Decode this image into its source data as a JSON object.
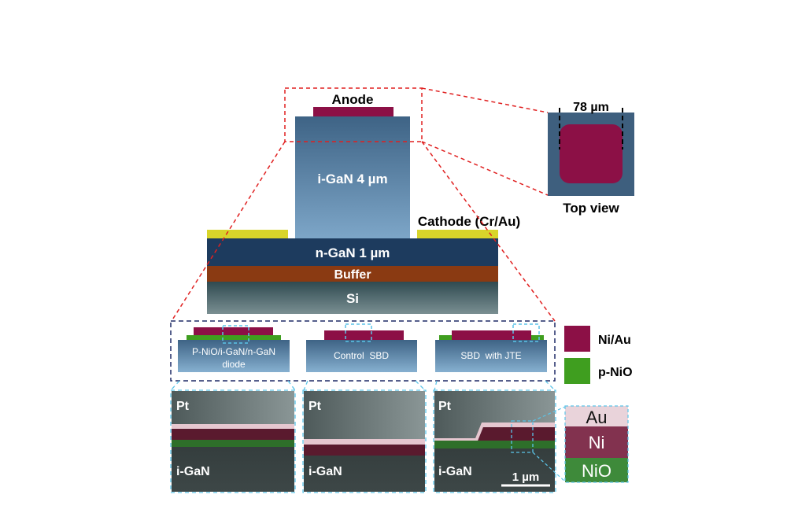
{
  "main": {
    "anode": "Anode",
    "igan": "i-GaN 4 µm",
    "cathode": "Cathode (Cr/Au)",
    "ngan": "n-GaN 1 µm",
    "buffer": "Buffer",
    "si": "Si"
  },
  "top_view": {
    "dimension": "78 µm",
    "caption": "Top view"
  },
  "variants": {
    "diode_line1": "P-NiO/i-GaN/n-GaN",
    "diode_line2": "diode",
    "control": "Control  SBD",
    "jte": "SBD  with JTE"
  },
  "legend": {
    "niau": "Ni/Au",
    "pnio": "p-NiO"
  },
  "tem": {
    "pt": "Pt",
    "igan": "i-GaN",
    "scale": "1 µm"
  },
  "zoom": {
    "au": "Au",
    "ni": "Ni",
    "nio": "NiO"
  },
  "colors": {
    "niau": "#8c1046",
    "pnio": "#3f9e1f",
    "cathode_metal": "#d8d52a",
    "ngan": "#1d3b5e",
    "buffer": "#8a3a12",
    "red_dash": "#e02020",
    "cyan_dash": "#5bc4e8",
    "navy_dash": "#1e2a66"
  }
}
